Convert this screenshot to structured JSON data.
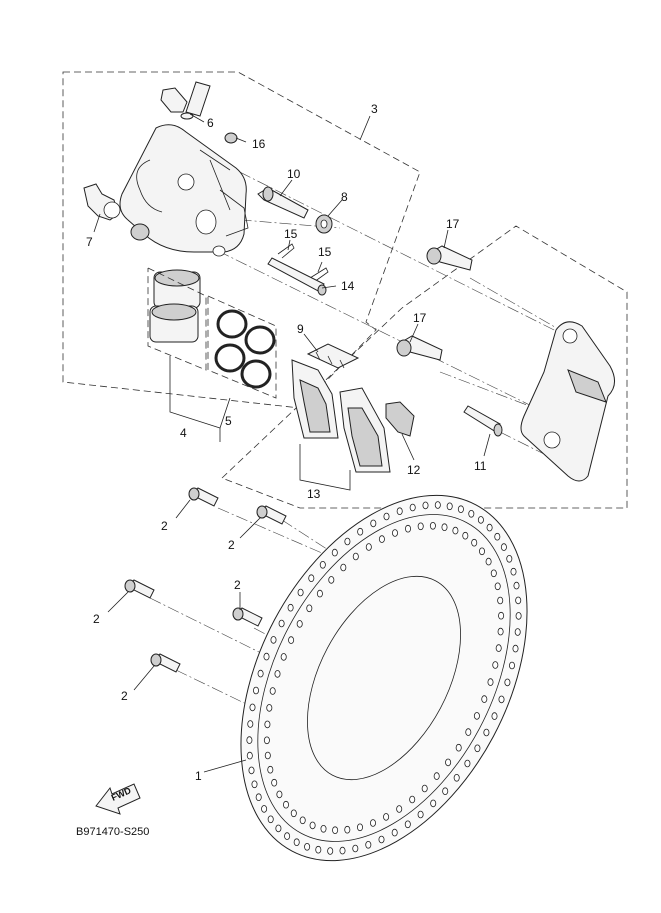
{
  "diagram": {
    "reference_code": "B971470-S250",
    "fwd_label": "FWD",
    "callouts": {
      "c1": "1",
      "c2a": "2",
      "c2b": "2",
      "c2c": "2",
      "c2d": "2",
      "c2e": "2",
      "c3": "3",
      "c4": "4",
      "c5": "5",
      "c6": "6",
      "c7": "7",
      "c8": "8",
      "c9": "9",
      "c10": "10",
      "c11": "11",
      "c12": "12",
      "c13": "13",
      "c14": "14",
      "c15a": "15",
      "c15b": "15",
      "c16": "16",
      "c17a": "17",
      "c17b": "17"
    }
  }
}
